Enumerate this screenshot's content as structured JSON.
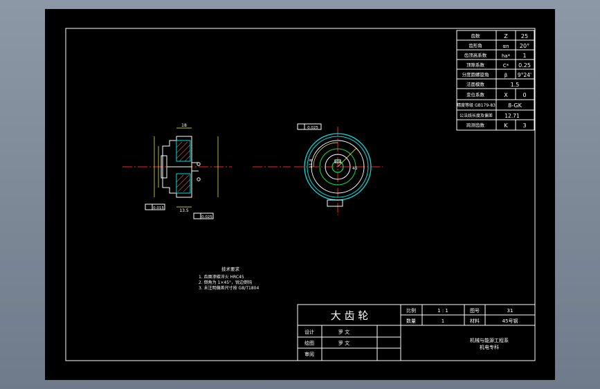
{
  "title_block": {
    "part_name": "大  齿  轮",
    "scale_label": "比例",
    "scale_value": "1 : 1",
    "drawing_no_label": "图号",
    "drawing_no_value": "31",
    "quantity_label": "数量",
    "quantity_value": "1",
    "material_label": "材料",
    "material_value": "45号钢",
    "design_label": "设计",
    "design_value": "罗  文",
    "drawn_label": "绘图",
    "drawn_value": "罗  文",
    "review_label": "审阅",
    "org_line1": "机械与能源工程系",
    "org_line2": "机电专科"
  },
  "gear_params": [
    {
      "label": "齿数",
      "symbol": "Z",
      "value": "25"
    },
    {
      "label": "齿形角",
      "symbol": "αn",
      "value": "20°"
    },
    {
      "label": "齿顶高系数",
      "symbol": "ha*",
      "value": "1"
    },
    {
      "label": "顶隙系数",
      "symbol": "C*",
      "value": "0.25"
    },
    {
      "label": "分度圆螺旋角",
      "symbol": "β",
      "value": "9°24'"
    },
    {
      "label": "法面模数",
      "symbol": "",
      "value": "1.5"
    },
    {
      "label": "变位系数",
      "symbol": "X",
      "value": "0"
    },
    {
      "label": "精度等级 GB179-83",
      "symbol": "",
      "value": "8-GK"
    },
    {
      "label": "公法线长度及偏差",
      "symbol": "",
      "value": "12.71"
    },
    {
      "label": "跨测齿数",
      "symbol": "K",
      "value": "3"
    }
  ],
  "tech_requirements": {
    "title": "技术要求",
    "items": [
      "1. 齿面渗碳淬火 HRC45",
      "2. 倒角为 1×45°，锐边倒钝",
      "3. 未注明偏差尺寸按 GB/T1804"
    ]
  },
  "annotations": {
    "dim_top": "18",
    "dim_bottom": "13.5",
    "tol_left": "0.015",
    "tol_bottom": "0.025",
    "tol_right_view": "0.025",
    "dim_keyway": "11.8",
    "dim_angle": "45"
  },
  "colors": {
    "line": "#ffffff",
    "center_line": "#ff2020",
    "hatch": "#ff3030",
    "gear_outline": "#00e0e0",
    "bore_outline": "#00e060",
    "dim_line": "#ffff60"
  }
}
